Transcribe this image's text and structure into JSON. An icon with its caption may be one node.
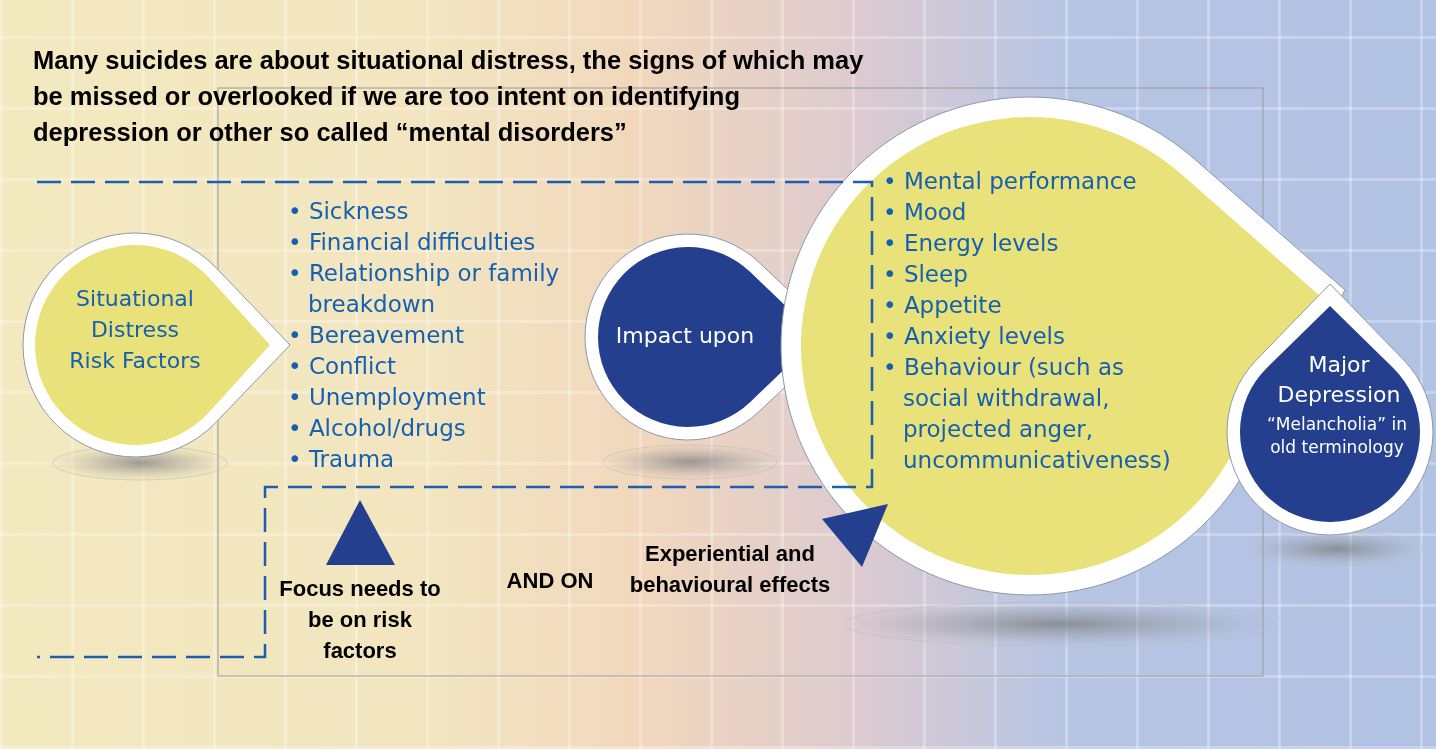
{
  "diagram": {
    "title": "Many suicides are about situational distress, the signs of which may be missed or overlooked if we are too intent on identifying depression or other so called “mental disorders”",
    "nodes": [
      {
        "text": [
          "Situational Distress Risk Factors"
        ]
      },
      {
        "text": [
          "Impact upon"
        ]
      },
      {
        "text": [
          "• Mental performance",
          "• Mood",
          "• Energy levels",
          "• Sleep",
          "• Appetite",
          "• Anxiety levels",
          "• Behaviour (such as social withdrawal, projected anger, uncommunicativeness)"
        ]
      },
      {
        "text": [
          "Major Depression",
          "“Melancholia” in old terminology"
        ]
      }
    ],
    "labels": [
      "• Sickness",
      "• Financial difficulties",
      "• Relationship or family breakdown",
      "• Bereavement",
      "• Conflict",
      "• Unemployment",
      "• Alcohol/drugs",
      "• Trauma",
      "Focus needs to be on risk factors",
      "AND ON",
      "Experiential and behavioural effects"
    ]
  }
}
